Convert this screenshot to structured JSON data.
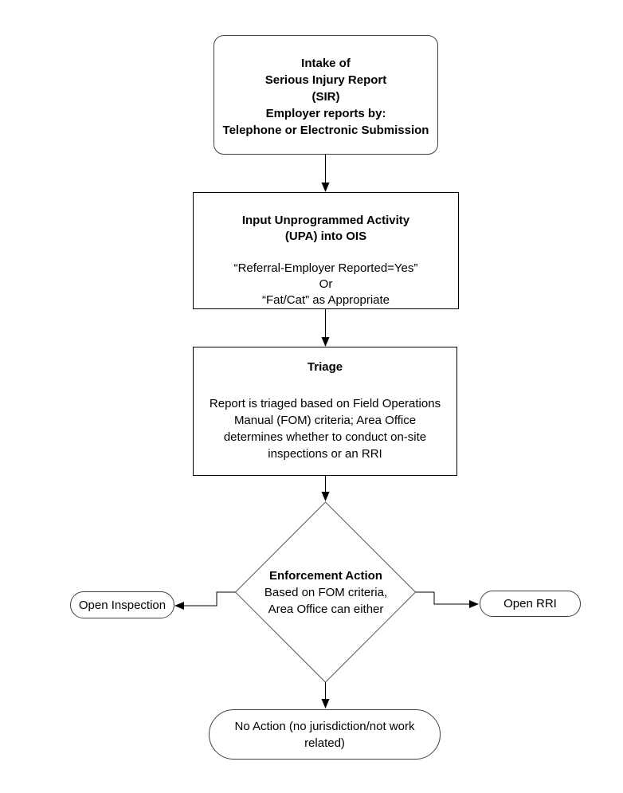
{
  "diagram": {
    "title": "Serious Injury Report intake flowchart",
    "colors": {
      "background": "#ffffff",
      "rect_border": "#000000",
      "rounded_border": "#404040",
      "diamond_border": "#595959",
      "arrow": "#000000",
      "text": "#000000"
    },
    "intake": {
      "lines": [
        "Intake of",
        "Serious Injury Report",
        "(SIR)",
        "Employer reports by:",
        "Telephone or Electronic Submission"
      ]
    },
    "upa": {
      "title_lines": [
        "Input Unprogrammed Activity",
        "(UPA) into OIS"
      ],
      "body_lines": [
        "“Referral-Employer Reported=Yes”",
        "Or",
        "“Fat/Cat” as Appropriate"
      ]
    },
    "triage": {
      "title": "Triage",
      "body_lines": [
        "Report is triaged based on Field Operations",
        "Manual (FOM) criteria; Area Office",
        "determines whether to conduct on-site",
        "inspections or an RRI"
      ]
    },
    "decision": {
      "title": "Enforcement Action",
      "body_lines": [
        "Based on FOM criteria,",
        "Area Office can either"
      ]
    },
    "outcomes": {
      "open_inspection": "Open Inspection",
      "open_rri": "Open RRI",
      "no_action": "No Action (no jurisdiction/not work related)"
    }
  }
}
